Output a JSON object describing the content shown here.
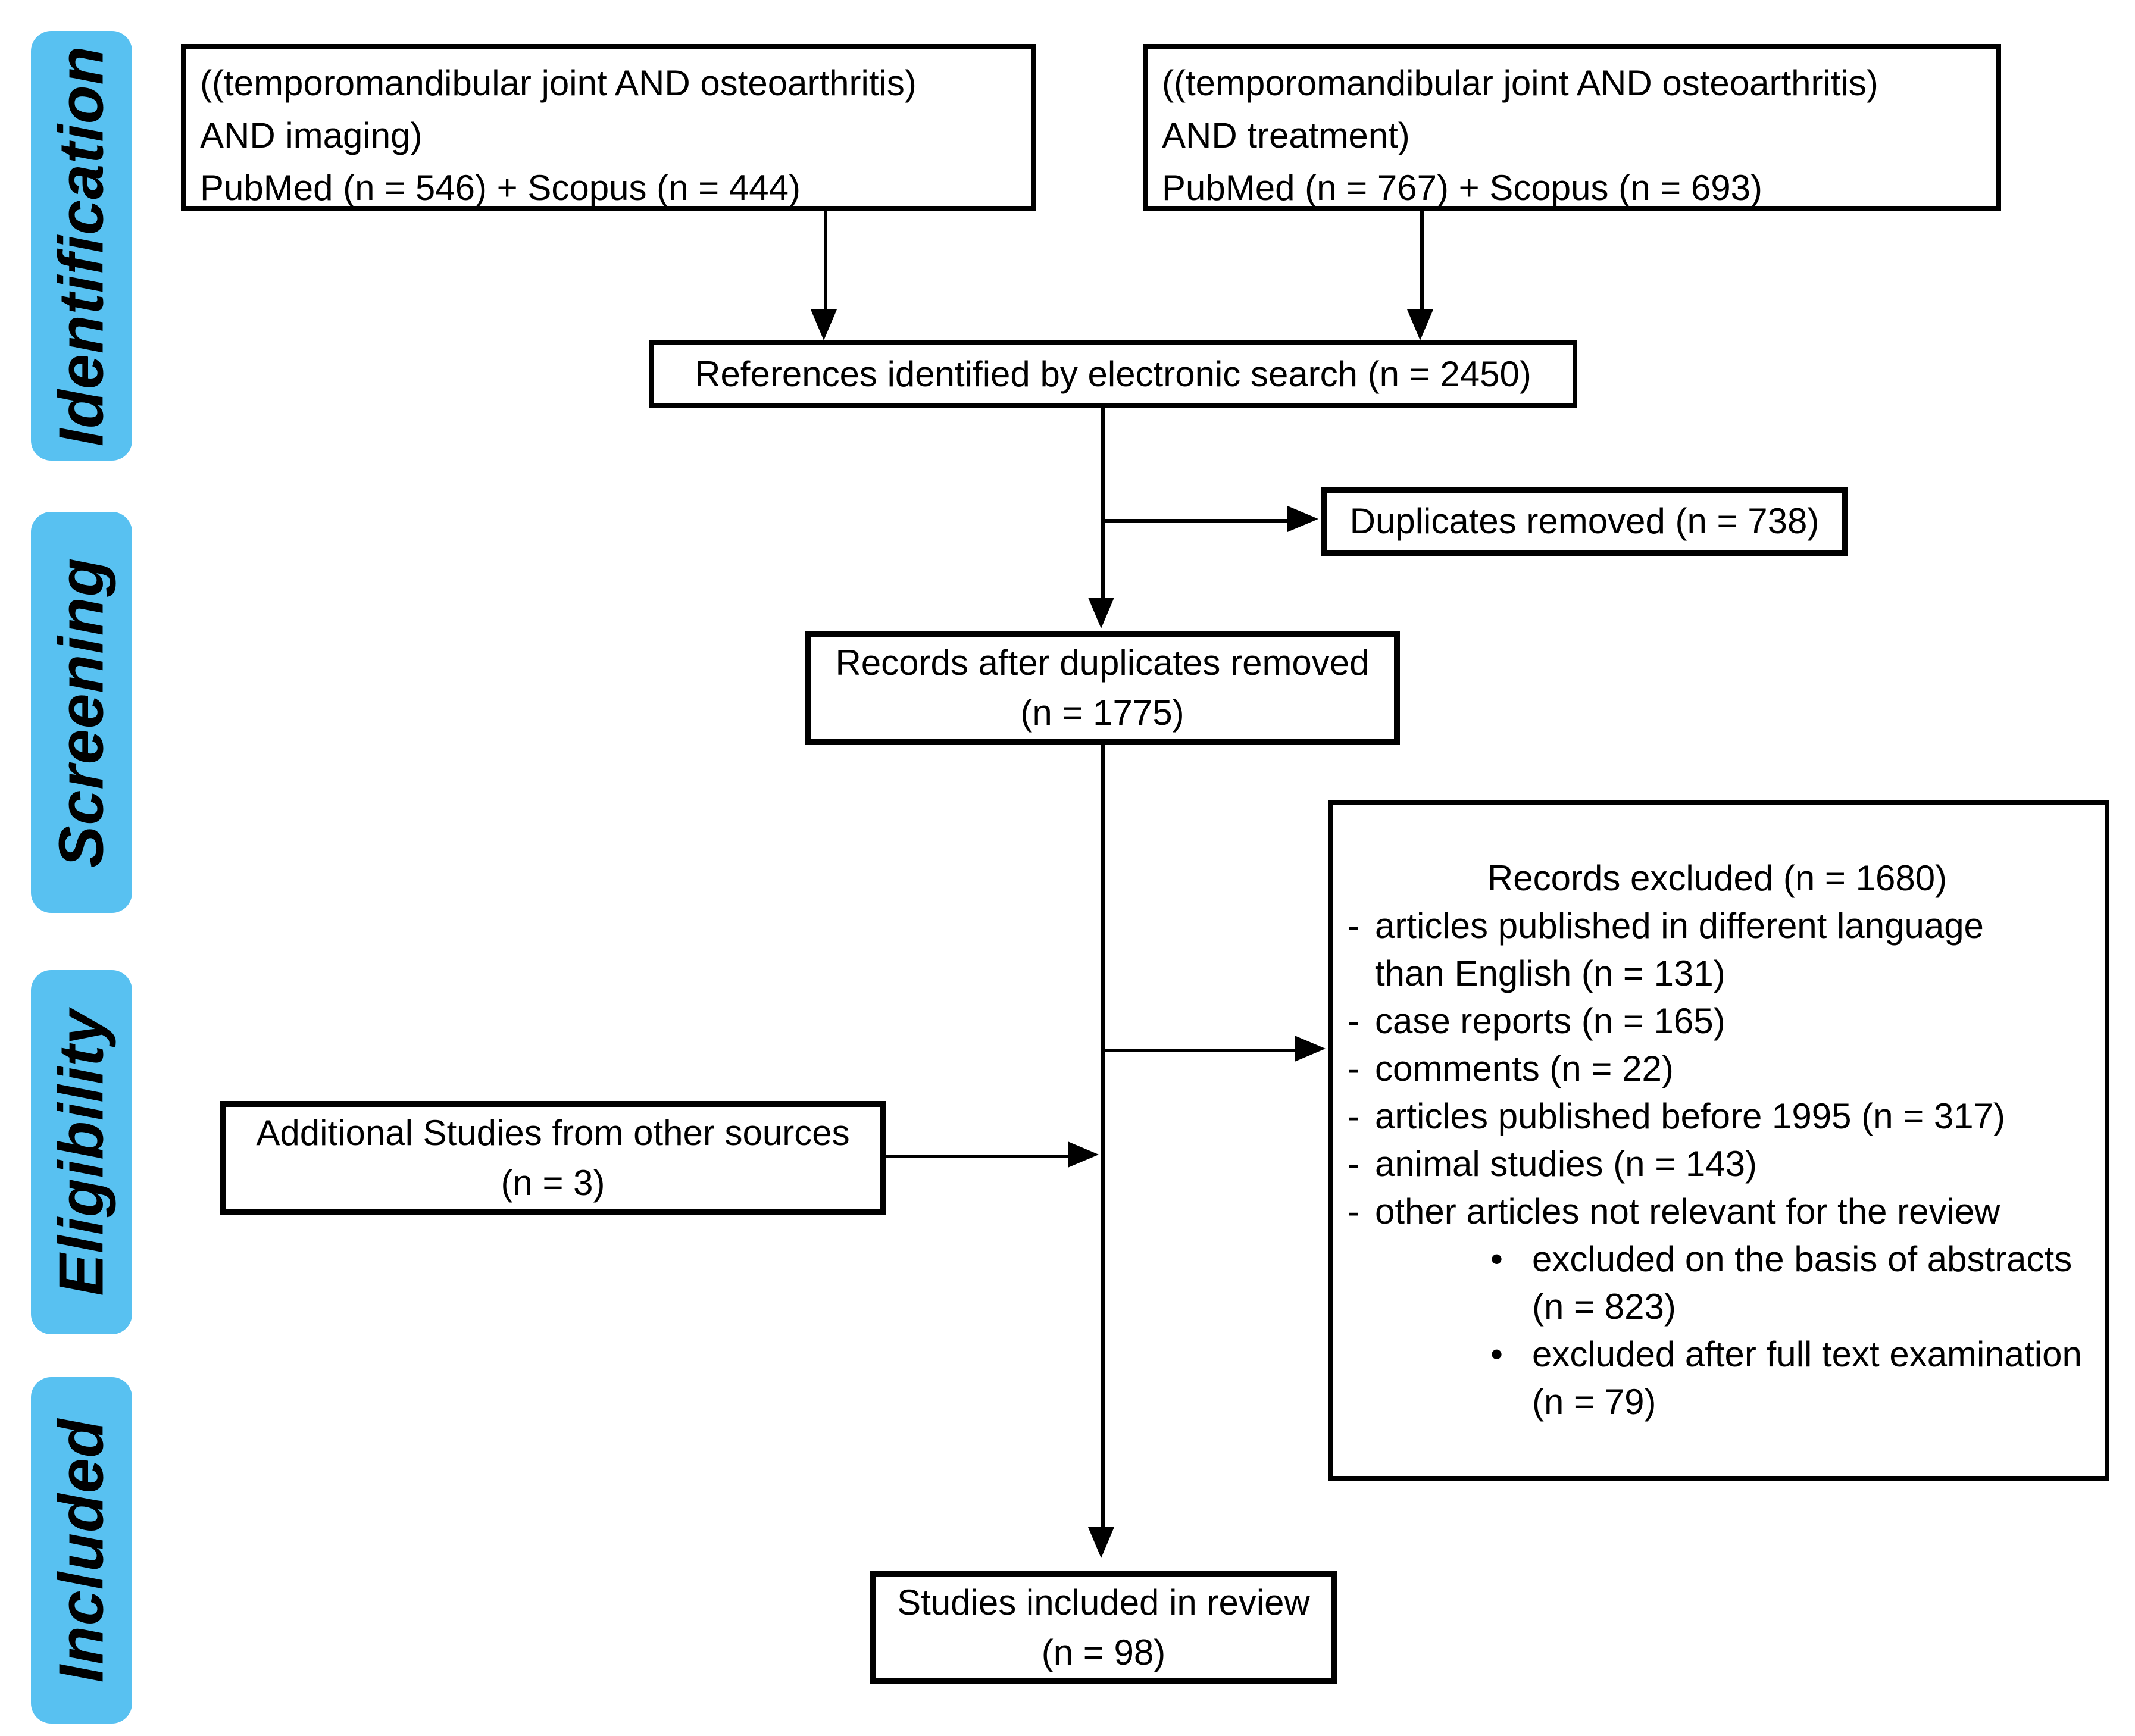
{
  "palette": {
    "stage_fill": "#58C1F1",
    "ink": "#000000",
    "background": "#FFFFFF"
  },
  "sidebar": {
    "stages": [
      {
        "label": "Identification"
      },
      {
        "label": "Screening"
      },
      {
        "label": "Eligibility"
      },
      {
        "label": "Included"
      }
    ]
  },
  "boxes": {
    "query_imaging": {
      "lines": [
        "((temporomandibular joint AND osteoarthritis)",
        "AND imaging)",
        "PubMed (n = 546) + Scopus (n = 444)"
      ]
    },
    "query_treatment": {
      "lines": [
        "((temporomandibular joint AND osteoarthritis)",
        "AND treatment)",
        "PubMed (n = 767) + Scopus (n = 693)"
      ]
    },
    "references_identified": {
      "text": "References identified by electronic search (n = 2450)"
    },
    "duplicates_removed": {
      "text": "Duplicates removed (n = 738)"
    },
    "records_after_duplicates": {
      "line1": "Records after duplicates removed",
      "line2": "(n = 1775)"
    },
    "records_excluded": {
      "title": "Records excluded (n = 1680)",
      "items": [
        {
          "marker": "-",
          "text": "articles published in different language than English (n = 131)"
        },
        {
          "marker": "-",
          "text": "case reports (n = 165)"
        },
        {
          "marker": "-",
          "text": "comments (n = 22)"
        },
        {
          "marker": "-",
          "text": "articles published before 1995 (n = 317)"
        },
        {
          "marker": "-",
          "text": "animal studies (n = 143)"
        },
        {
          "marker": "-",
          "text": "other articles not relevant for the review"
        },
        {
          "marker": "•",
          "text": "excluded on the basis of abstracts (n = 823)"
        },
        {
          "marker": "•",
          "text": "excluded after full text examination (n = 79)"
        }
      ]
    },
    "additional_studies": {
      "line1": "Additional Studies from other sources",
      "line2": "(n = 3)"
    },
    "studies_included": {
      "line1": "Studies included in review",
      "line2": "(n = 98)"
    }
  }
}
